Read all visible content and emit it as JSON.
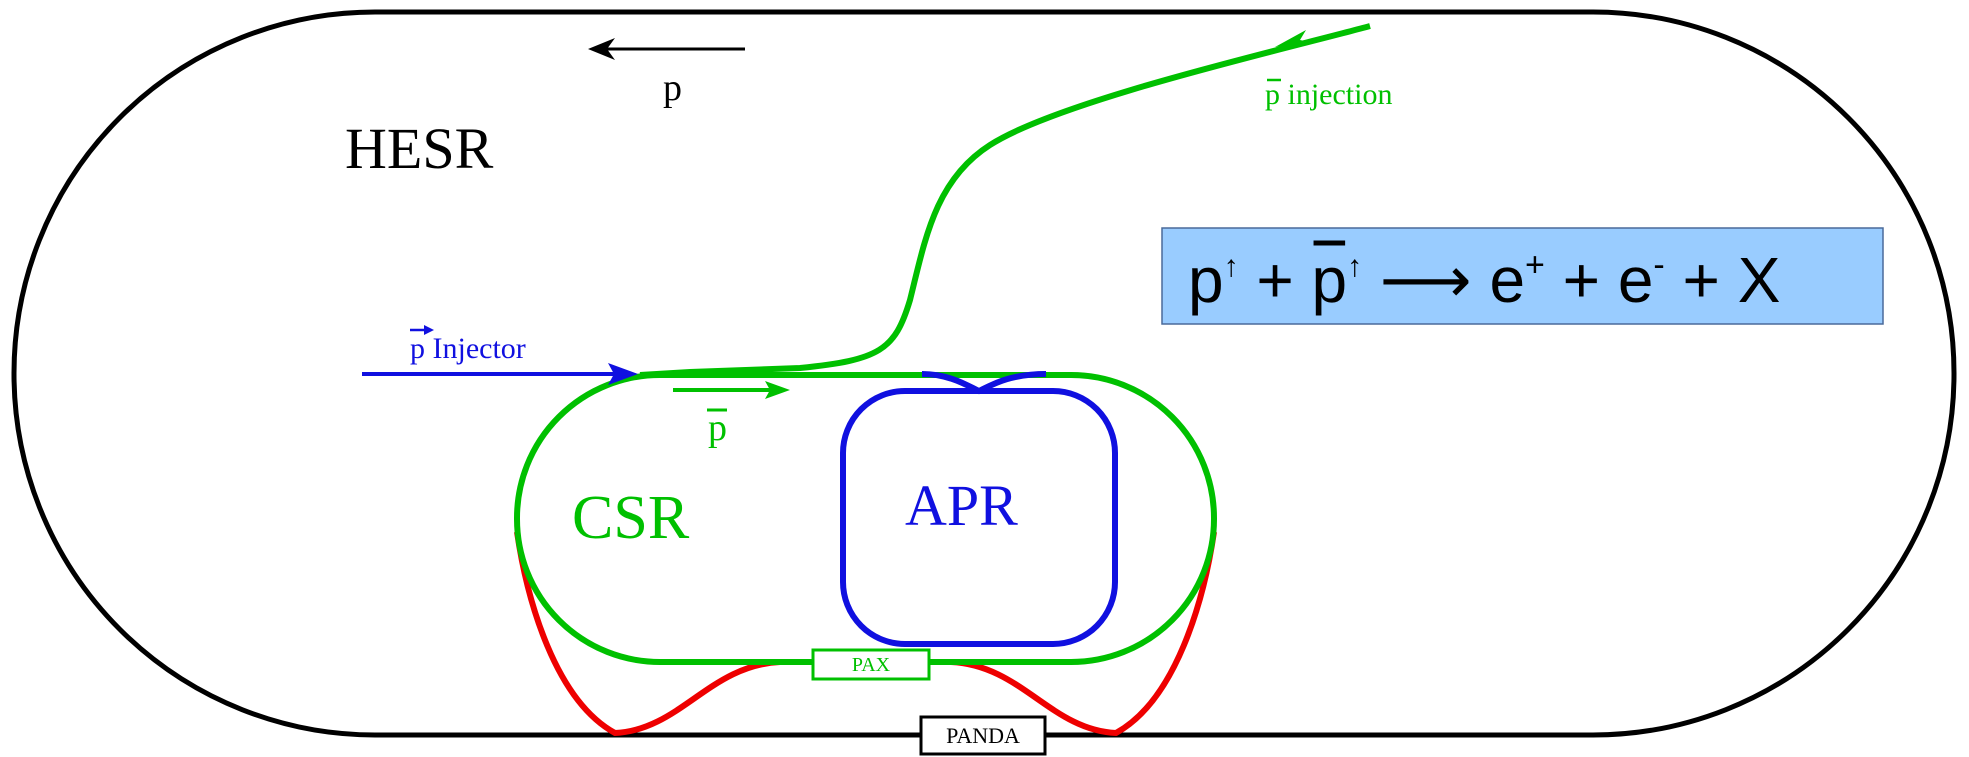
{
  "labels": {
    "hesr": "HESR",
    "proton": "p",
    "pbar_injection_symbol": "p",
    "pbar_injection_text": " injection",
    "pol_injector_symbol": "p",
    "pol_injector_text": " Injector",
    "pbar": "p",
    "csr": "CSR",
    "apr": "APR",
    "pax": "PAX",
    "panda": "PANDA"
  },
  "reaction": {
    "p1": "p",
    "arrow_up_1": "↑",
    "plus_1": " + ",
    "pbar": "p",
    "arrow_up_2": "↑",
    "arrow": " ⟶ ",
    "e_plus": "e",
    "e_plus_sup": "+",
    "plus_2": " + ",
    "e_minus": "e",
    "e_minus_sup": "-",
    "plus_3": " + ",
    "x": "X"
  },
  "colors": {
    "hesr": "#000000",
    "csr": "#00c000",
    "apr": "#1010e0",
    "panda_bypass": "#ee0000",
    "reaction_box_fill": "#99ccff",
    "reaction_box_border": "#4a6a9a"
  }
}
